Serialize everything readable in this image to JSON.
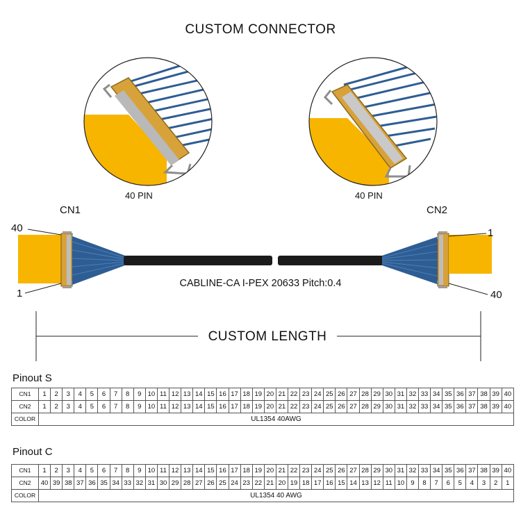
{
  "title": "CUSTOM  CONNECTOR",
  "left_circle": {
    "pin_label": "40 PIN"
  },
  "right_circle": {
    "pin_label": "40 PIN"
  },
  "cable": {
    "cn1_label": "CN1",
    "cn2_label": "CN2",
    "cn1_top_pin": "40",
    "cn1_bottom_pin": "1",
    "cn2_top_pin": "1",
    "cn2_bottom_pin": "40",
    "spec": "CABLINE-CA  I-PEX 20633  Pitch:0.4",
    "length_label": "CUSTOM  LENGTH"
  },
  "colors": {
    "film": "#f7b500",
    "wire": "#2e5d93",
    "jacket": "#1b1b1b",
    "metal": "#b9b9b9",
    "gold": "#d8a23a"
  },
  "pinout_s": {
    "title": "Pinout S",
    "row1_head": "CN1",
    "row2_head": "CN2",
    "row3_head": "COLOR",
    "cn1": [
      "1",
      "2",
      "3",
      "4",
      "5",
      "6",
      "7",
      "8",
      "9",
      "10",
      "11",
      "12",
      "13",
      "14",
      "15",
      "16",
      "17",
      "18",
      "19",
      "20",
      "21",
      "22",
      "23",
      "24",
      "25",
      "26",
      "27",
      "28",
      "29",
      "30",
      "31",
      "32",
      "33",
      "34",
      "35",
      "36",
      "37",
      "38",
      "39",
      "40"
    ],
    "cn2": [
      "1",
      "2",
      "3",
      "4",
      "5",
      "6",
      "7",
      "8",
      "9",
      "10",
      "11",
      "12",
      "13",
      "14",
      "15",
      "16",
      "17",
      "18",
      "19",
      "20",
      "21",
      "22",
      "23",
      "24",
      "25",
      "26",
      "27",
      "28",
      "29",
      "30",
      "31",
      "32",
      "33",
      "34",
      "35",
      "36",
      "37",
      "38",
      "39",
      "40"
    ],
    "color": "UL1354  40AWG"
  },
  "pinout_c": {
    "title": "Pinout C",
    "row1_head": "CN1",
    "row2_head": "CN2",
    "row3_head": "COLOR",
    "cn1": [
      "1",
      "2",
      "3",
      "4",
      "5",
      "6",
      "7",
      "8",
      "9",
      "10",
      "11",
      "12",
      "13",
      "14",
      "15",
      "16",
      "17",
      "18",
      "19",
      "20",
      "21",
      "22",
      "23",
      "24",
      "25",
      "26",
      "27",
      "28",
      "29",
      "30",
      "31",
      "32",
      "33",
      "34",
      "35",
      "36",
      "37",
      "38",
      "39",
      "40"
    ],
    "cn2": [
      "40",
      "39",
      "38",
      "37",
      "36",
      "35",
      "34",
      "33",
      "32",
      "31",
      "30",
      "29",
      "28",
      "27",
      "26",
      "25",
      "24",
      "23",
      "22",
      "21",
      "20",
      "19",
      "18",
      "17",
      "16",
      "15",
      "14",
      "13",
      "12",
      "11",
      "10",
      "9",
      "8",
      "7",
      "6",
      "5",
      "4",
      "3",
      "2",
      "1"
    ],
    "color": "UL1354  40 AWG"
  }
}
